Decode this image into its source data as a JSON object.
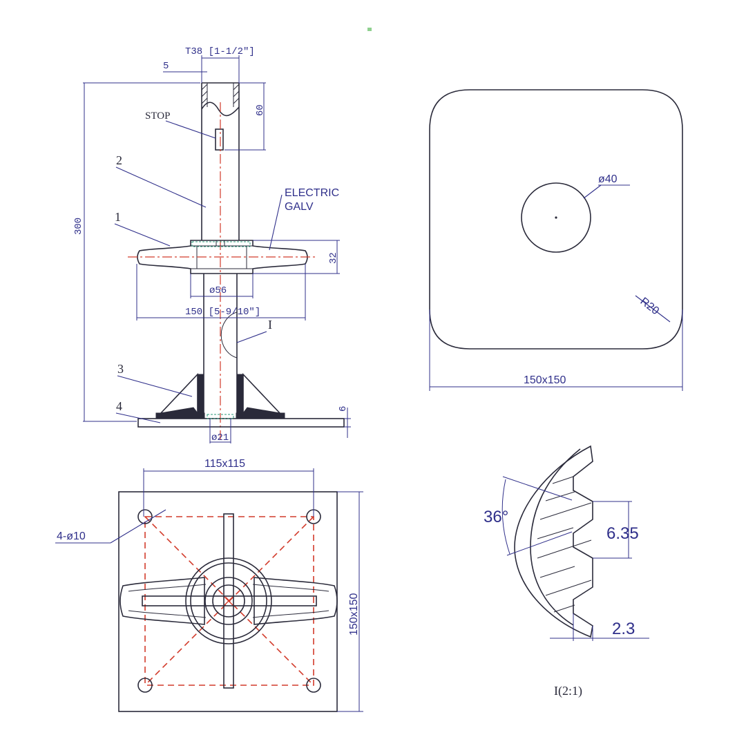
{
  "elevation": {
    "dims": {
      "tube": "T38 [1-1/2\"]",
      "wall": "5",
      "stop_len": "60",
      "height": "300",
      "nut_h": "32",
      "bore": "ø56",
      "span": "150 [5-9/10\"]",
      "plate_t": "6",
      "hole": "ø21"
    },
    "labels": {
      "stop": "STOP",
      "electric": "ELECTRIC",
      "galv": "GALV",
      "detail": "I"
    },
    "parts": [
      "1",
      "2",
      "3",
      "4"
    ]
  },
  "top_view": {
    "hole": "ø40",
    "radius": "R20",
    "size": "150x150"
  },
  "bottom_view": {
    "bolt": "115x115",
    "holes": "4-ø10",
    "size": "150x150"
  },
  "detail_view": {
    "angle": "36°",
    "pitch": "6.35",
    "depth": "2.3",
    "title": "I(2:1)"
  }
}
